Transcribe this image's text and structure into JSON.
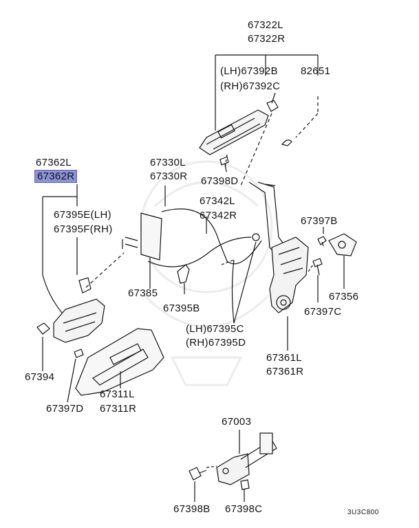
{
  "parts": {
    "door_handle_ext": {
      "l": "67322L",
      "r": "67322R"
    },
    "lh_67392b": "(LH)67392B",
    "rh_67392c": "(RH)67392C",
    "p82651": "82651",
    "p67398d": "67398D",
    "rod_67330": {
      "l": "67330L",
      "r": "67330R"
    },
    "rod_67342": {
      "l": "67342L",
      "r": "67342R"
    },
    "handle_inner_int": {
      "l": "67362L",
      "r": "67362R"
    },
    "p67395e": "67395E(LH)",
    "p67395f": "67395F(RH)",
    "p67397b": "67397B",
    "p67385": "67385",
    "p67356": "67356",
    "p67395b": "67395B",
    "p67397c": "67397C",
    "lh_67395c": "(LH)67395C",
    "rh_67395d": "(RH)67395D",
    "lock_67361": {
      "l": "67361L",
      "r": "67361R"
    },
    "p67394": "67394",
    "p67397d": "67397D",
    "bezel_67311": {
      "l": "67311L",
      "r": "67311R"
    },
    "checker_67003": "67003",
    "p67398b": "67398B",
    "p67398c": "67398C"
  },
  "diagram_code": "3U3C800"
}
